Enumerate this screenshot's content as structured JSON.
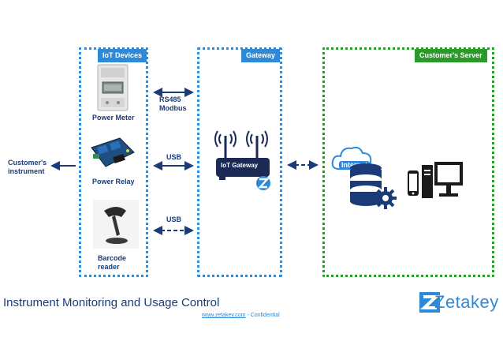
{
  "groups": {
    "iot_devices": "IoT Devices",
    "gateway": "Gateway",
    "customer_server": "Customer's Server"
  },
  "devices": {
    "power_meter": "Power Meter",
    "power_relay": "Power Relay",
    "barcode_reader": "Barcode\nreader"
  },
  "links": {
    "rs485": "RS485\nModbus",
    "usb_1": "USB",
    "usb_2": "USB"
  },
  "customer_instrument": "Customer's\ninstrument",
  "gateway_device": "IoT Gateway",
  "internet": "Internet",
  "footer": {
    "title": "Instrument Monitoring and Usage Control",
    "url": "www.zetakey.com",
    "confidential": " - Confidential",
    "brand": "Zetakey"
  },
  "colors": {
    "blue": "#2e8ad8",
    "green": "#2b9a2b",
    "navy": "#1a3b78"
  }
}
